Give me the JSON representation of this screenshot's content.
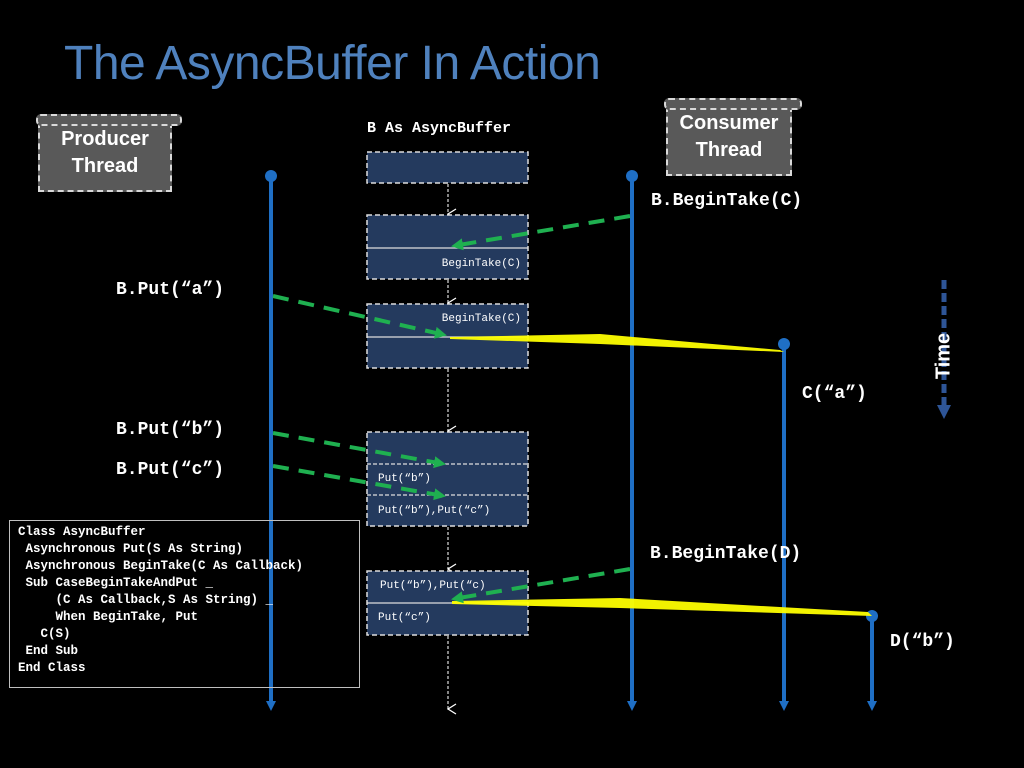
{
  "title": "The AsyncBuffer In Action",
  "threads": {
    "producer": "Producer\nThread",
    "producer_line1": "Producer",
    "producer_line2": "Thread",
    "consumer_line1": "Consumer",
    "consumer_line2": "Thread"
  },
  "buffer_header": "B As AsyncBuffer",
  "buffer_states": [
    {
      "cells": [
        ""
      ]
    },
    {
      "cells": [
        "",
        "BeginTake(C)"
      ]
    },
    {
      "cells": [
        "BeginTake(C)",
        ""
      ]
    },
    {
      "cells": [
        "",
        "Put(“b”)",
        "Put(“b”),Put(“c”)"
      ]
    },
    {
      "cells": [
        "Put(“b”),Put(“c)",
        "Put(“c”)"
      ]
    }
  ],
  "calls": {
    "put_a": "B.Put(“a”)",
    "put_b": "B.Put(“b”)",
    "put_c": "B.Put(“c”)",
    "begin_take_c": "B.BeginTake(C)",
    "begin_take_d": "B.BeginTake(D)",
    "callback_c": "C(“a”)",
    "callback_d": "D(“b”)"
  },
  "time_label": "Time",
  "code": [
    "Class AsyncBuffer",
    " Asynchronous Put(S As String)",
    " Asynchronous BeginTake(C As Callback)",
    " Sub CaseBeginTakeAndPut _",
    "     (C As Callback,S As String) _",
    "     When BeginTake, Put",
    "   C(S)",
    " End Sub",
    "End Class"
  ],
  "colors": {
    "title": "#4f81bd",
    "lifeline": "#1f6fc5",
    "message_arrow": "#1fb050",
    "callback_beam": "#ffff00",
    "buffer_fill": "#243a5e",
    "thread_label_fill": "#595959",
    "time_arrow": "#2e5597"
  }
}
